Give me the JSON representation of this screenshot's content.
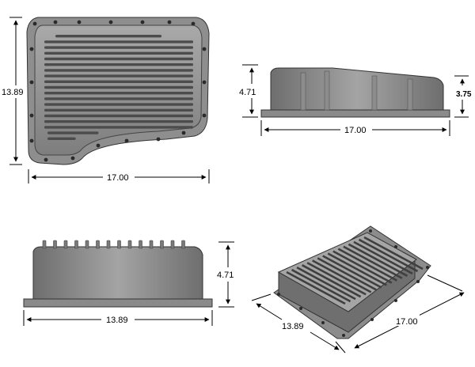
{
  "views": {
    "top": {
      "height_label": "13.89",
      "width_label": "17.00"
    },
    "side": {
      "height_label": "4.71",
      "width_label": "17.00",
      "right_height_label": "3.75"
    },
    "front": {
      "height_label": "4.71",
      "width_label": "13.89"
    },
    "iso": {
      "depth_label": "13.89",
      "width_label": "17.00"
    }
  },
  "colors": {
    "pan": "#9a9a9a",
    "pan_dark": "#5c5c5c",
    "pan_light": "#c4c4c4",
    "line": "#000000"
  }
}
